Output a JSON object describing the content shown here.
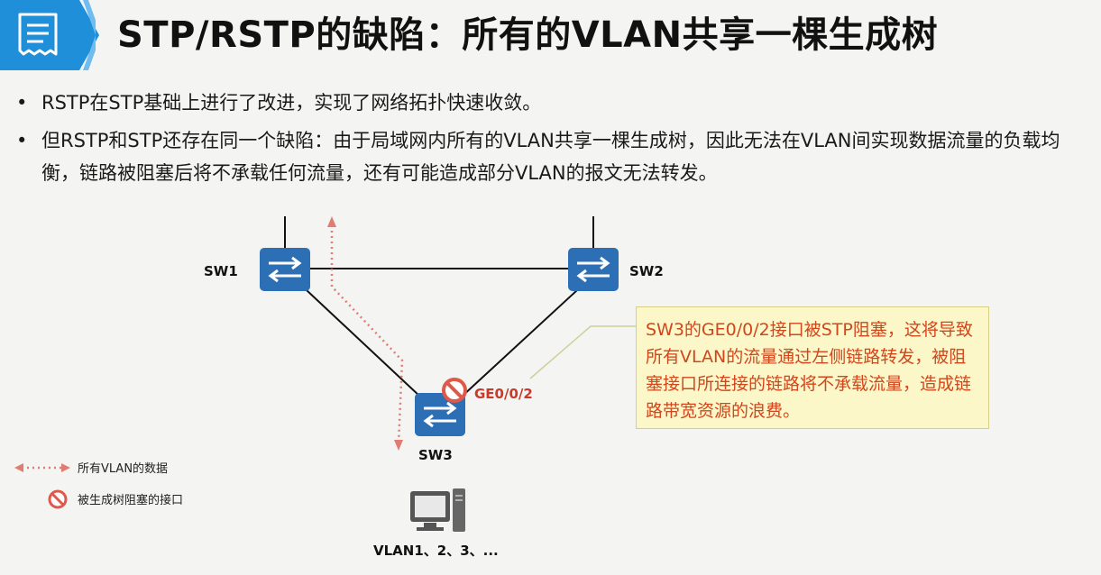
{
  "header": {
    "title": "STP/RSTP的缺陷：所有的VLAN共享一棵生成树",
    "icon": "notes-icon",
    "accent_color": "#1f8fd9"
  },
  "bullets": [
    {
      "marker": "•",
      "text": "RSTP在STP基础上进行了改进，实现了网络拓扑快速收敛。"
    },
    {
      "marker": "•",
      "text": "但RSTP和STP还存在同一个缺陷：由于局域网内所有的VLAN共享一棵生成树，因此无法在VLAN间实现数据流量的负载均衡，链路被阻塞后将不承载任何流量，还有可能造成部分VLAN的报文无法转发。"
    }
  ],
  "diagram": {
    "nodes": {
      "sw1": "SW1",
      "sw2": "SW2",
      "sw3": "SW3",
      "hosts": "VLAN1、2、3、..."
    },
    "blocked_port": "GE0/0/2",
    "data_path_color": "#e07c74",
    "block_color": "#e0584a",
    "switch_color": "#2c6fb5"
  },
  "callout": {
    "text": "SW3的GE0/0/2接口被STP阻塞，这将导致所有VLAN的流量通过左侧链路转发，被阻塞接口所连接的链路将不承载流量，造成链路带宽资源的浪费。"
  },
  "legend": {
    "data_path": "所有VLAN的数据",
    "blocked": "被生成树阻塞的接口"
  }
}
